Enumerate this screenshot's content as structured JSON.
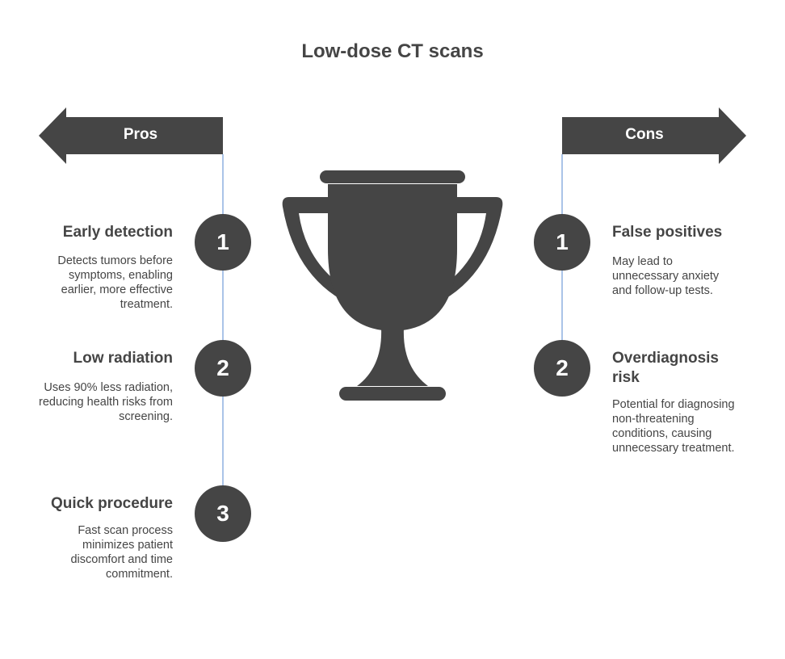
{
  "title": "Low-dose CT scans",
  "pros": {
    "label": "Pros",
    "items": [
      {
        "number": "1",
        "heading": "Early detection",
        "desc": "Detects tumors before symptoms, enabling earlier, more effective treatment."
      },
      {
        "number": "2",
        "heading": "Low radiation",
        "desc": "Uses 90% less radiation, reducing health risks from screening."
      },
      {
        "number": "3",
        "heading": "Quick procedure",
        "desc": "Fast scan process minimizes patient discomfort and time commitment."
      }
    ]
  },
  "cons": {
    "label": "Cons",
    "items": [
      {
        "number": "1",
        "heading": "False positives",
        "desc": "May lead to unnecessary anxiety and follow-up tests."
      },
      {
        "number": "2",
        "heading": "Overdiagnosis risk",
        "desc": "Potential for diagnosing non-threatening conditions, causing unnecessary treatment."
      }
    ]
  },
  "colors": {
    "dark": "#454545",
    "line": "#aac4e8"
  },
  "icons": {
    "center": "trophy-icon"
  }
}
